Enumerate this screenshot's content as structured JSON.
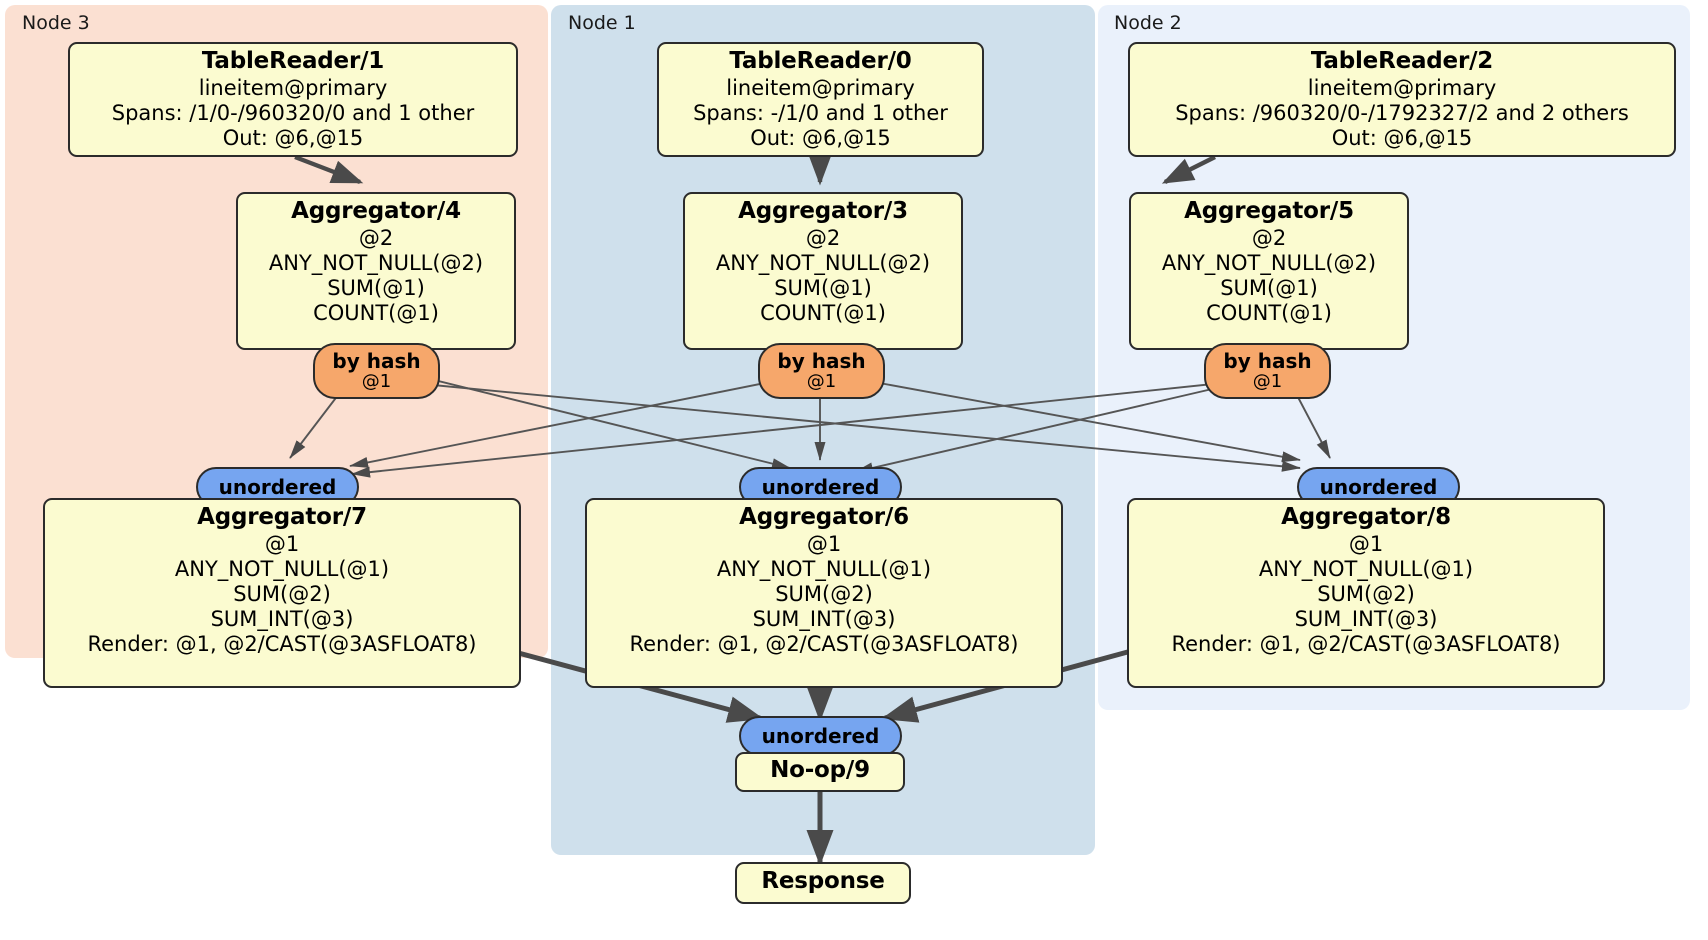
{
  "diagram": {
    "type": "distributed-query-execution-plan",
    "colors": {
      "node3_bg": "#fbe0d2",
      "node1_bg": "#cfe0ec",
      "node2_bg": "#eaf1fb",
      "processor_bg": "#fbfbd0",
      "hash_router_bg": "#f6a76b",
      "unordered_router_bg": "#76a5f0",
      "stroke": "#2b2b2b"
    }
  },
  "nodes": [
    {
      "id": "node3",
      "label": "Node 3"
    },
    {
      "id": "node1",
      "label": "Node 1"
    },
    {
      "id": "node2",
      "label": "Node 2"
    }
  ],
  "processors": {
    "tablereader1": {
      "title": "TableReader/1",
      "lines": [
        "lineitem@primary",
        "Spans: /1/0-/960320/0 and 1 other",
        "Out: @6,@15"
      ]
    },
    "tablereader0": {
      "title": "TableReader/0",
      "lines": [
        "lineitem@primary",
        "Spans: -/1/0 and 1 other",
        "Out: @6,@15"
      ]
    },
    "tablereader2": {
      "title": "TableReader/2",
      "lines": [
        "lineitem@primary",
        "Spans: /960320/0-/1792327/2 and 2 others",
        "Out: @6,@15"
      ]
    },
    "aggregator4": {
      "title": "Aggregator/4",
      "lines": [
        "@2",
        "ANY_NOT_NULL(@2)",
        "SUM(@1)",
        "COUNT(@1)"
      ]
    },
    "aggregator3": {
      "title": "Aggregator/3",
      "lines": [
        "@2",
        "ANY_NOT_NULL(@2)",
        "SUM(@1)",
        "COUNT(@1)"
      ]
    },
    "aggregator5": {
      "title": "Aggregator/5",
      "lines": [
        "@2",
        "ANY_NOT_NULL(@2)",
        "SUM(@1)",
        "COUNT(@1)"
      ]
    },
    "aggregator7": {
      "title": "Aggregator/7",
      "lines": [
        "@1",
        "ANY_NOT_NULL(@1)",
        "SUM(@2)",
        "SUM_INT(@3)",
        "Render: @1, @2/CAST(@3ASFLOAT8)"
      ]
    },
    "aggregator6": {
      "title": "Aggregator/6",
      "lines": [
        "@1",
        "ANY_NOT_NULL(@1)",
        "SUM(@2)",
        "SUM_INT(@3)",
        "Render: @1, @2/CAST(@3ASFLOAT8)"
      ]
    },
    "aggregator8": {
      "title": "Aggregator/8",
      "lines": [
        "@1",
        "ANY_NOT_NULL(@1)",
        "SUM(@2)",
        "SUM_INT(@3)",
        "Render: @1, @2/CAST(@3ASFLOAT8)"
      ]
    },
    "noop9": {
      "title": "No-op/9",
      "lines": []
    },
    "response": {
      "title": "Response",
      "lines": []
    }
  },
  "routers": {
    "hash_left": {
      "type": "by hash",
      "column": "@1"
    },
    "hash_center": {
      "type": "by hash",
      "column": "@1"
    },
    "hash_right": {
      "type": "by hash",
      "column": "@1"
    },
    "unordered_left": {
      "type": "unordered"
    },
    "unordered_center": {
      "type": "unordered"
    },
    "unordered_right": {
      "type": "unordered"
    },
    "unordered_final": {
      "type": "unordered"
    }
  }
}
